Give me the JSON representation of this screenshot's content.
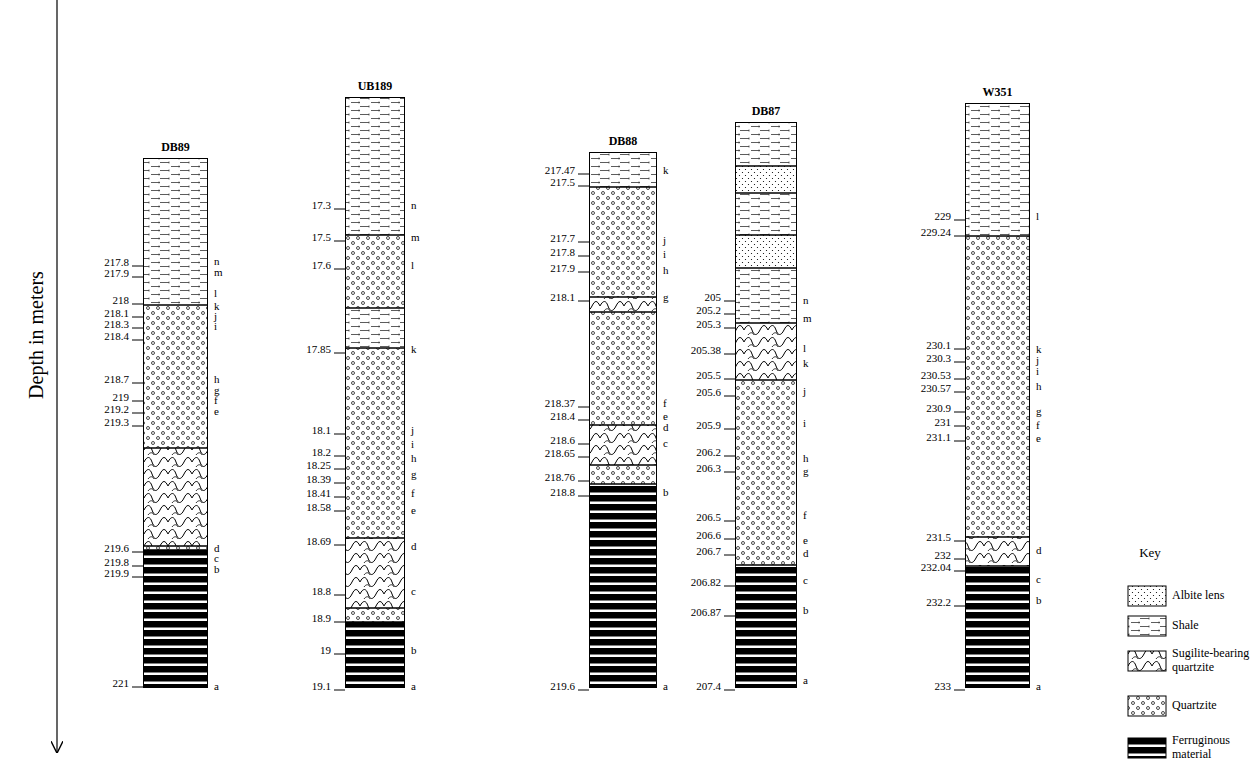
{
  "diagram": {
    "nodes": [
      {
        "text": [
          "DB89"
        ]
      },
      {
        "text": [
          "UB189"
        ]
      },
      {
        "text": [
          "DB88"
        ]
      },
      {
        "text": [
          "DB87"
        ]
      },
      {
        "text": [
          "W351"
        ]
      }
    ],
    "labels": [
      "Depth in meters",
      "217.8",
      "217.9",
      "218",
      "218.1",
      "218.3",
      "218.4",
      "218.7",
      "219",
      "219.2",
      "219.3",
      "219.6",
      "219.8",
      "219.9",
      "221",
      "n",
      "m",
      "l",
      "k",
      "j",
      "i",
      "h",
      "g",
      "f",
      "e",
      "d",
      "c",
      "b",
      "a",
      "17.3",
      "17.5",
      "17.6",
      "17.85",
      "18.1",
      "18.2",
      "18.25",
      "18.39",
      "18.41",
      "18.58",
      "18.69",
      "18.8",
      "18.9",
      "19",
      "19.1",
      "n",
      "m",
      "l",
      "k",
      "j",
      "i",
      "h",
      "g",
      "f",
      "e",
      "d",
      "c",
      "b",
      "a",
      "217.47",
      "217.5",
      "217.7",
      "217.8",
      "217.9",
      "218.1",
      "218.37",
      "218.4",
      "218.6",
      "218.65",
      "218.76",
      "218.8",
      "219.6",
      "k",
      "j",
      "i",
      "h",
      "g",
      "f",
      "e",
      "d",
      "c",
      "b",
      "a",
      "205",
      "205.2",
      "205.3",
      "205.38",
      "205.5",
      "205.6",
      "205.9",
      "206.2",
      "206.3",
      "206.5",
      "206.6",
      "206.7",
      "206.82",
      "206.87",
      "207.4",
      "n",
      "m",
      "l",
      "k",
      "j",
      "i",
      "h",
      "g",
      "f",
      "e",
      "d",
      "c",
      "b",
      "a",
      "229",
      "229.24",
      "230.1",
      "230.3",
      "230.53",
      "230.57",
      "230.9",
      "231",
      "231.1",
      "231.5",
      "232",
      "232.04",
      "232.2",
      "233",
      "l",
      "k",
      "j",
      "i",
      "h",
      "g",
      "f",
      "e",
      "d",
      "c",
      "b",
      "a",
      "Key"
    ],
    "legend": [
      {
        "text": "Albite lens"
      },
      {
        "text": "Shale"
      },
      {
        "text": "Sugilite-bearing quartzite"
      },
      {
        "text": "Quartzite"
      },
      {
        "text": "Ferruginous material"
      }
    ]
  }
}
